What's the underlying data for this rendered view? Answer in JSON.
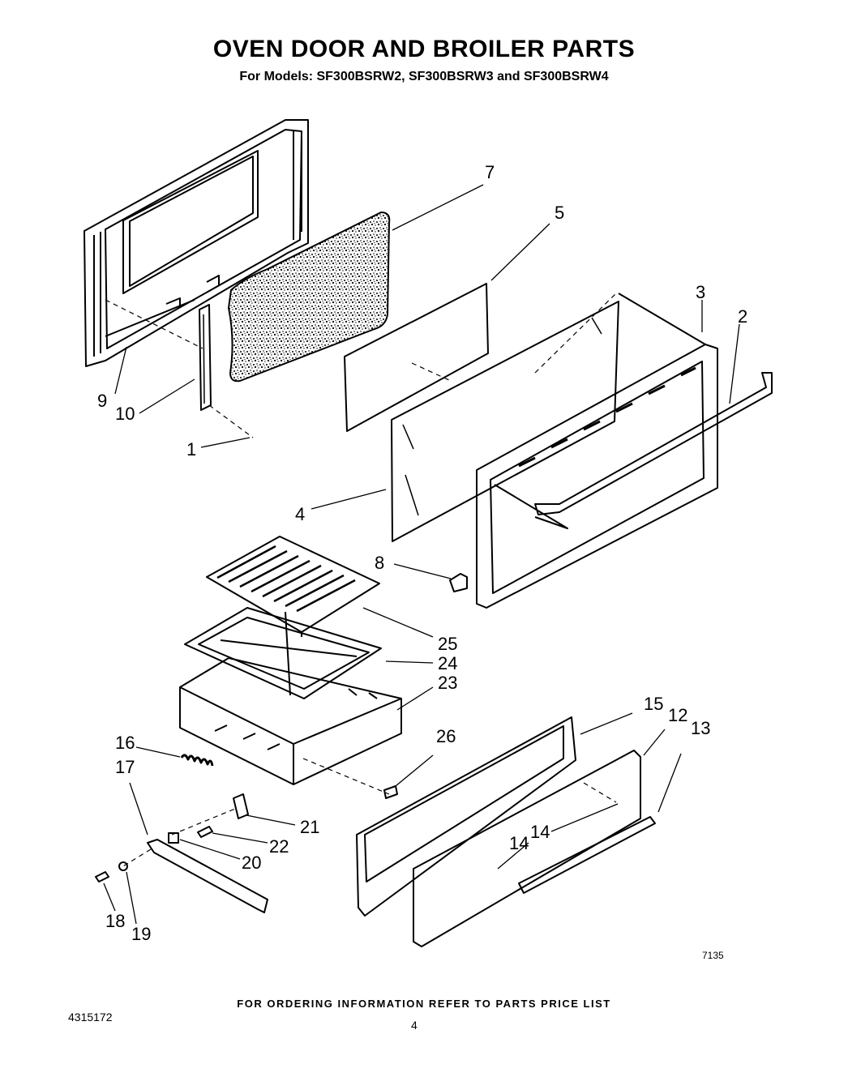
{
  "title": "OVEN DOOR AND BROILER PARTS",
  "subtitle": "For Models: SF300BSRW2, SF300BSRW3 and SF300BSRW4",
  "footer_note": "FOR ORDERING INFORMATION REFER TO PARTS PRICE LIST",
  "doc_number": "4315172",
  "page_number": "4",
  "diagram_code": "7135",
  "callouts": [
    "1",
    "2",
    "3",
    "4",
    "5",
    "7",
    "8",
    "9",
    "10",
    "12",
    "13",
    "14",
    "14",
    "15",
    "16",
    "17",
    "18",
    "19",
    "20",
    "21",
    "22",
    "23",
    "24",
    "25",
    "26"
  ]
}
